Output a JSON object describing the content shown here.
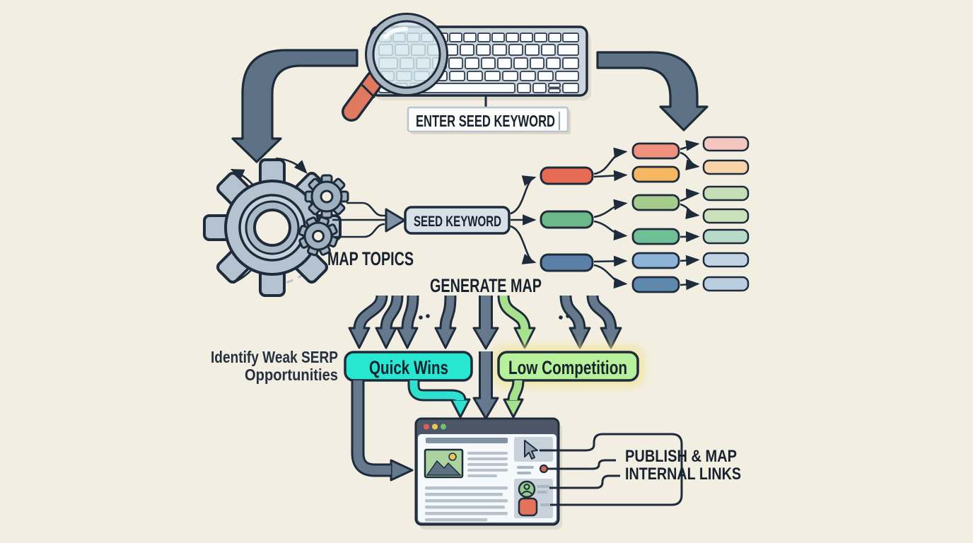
{
  "labels": {
    "enter_seed_keyword": "ENTER SEED KEYWORD",
    "map_topics": "MAP TOPICS",
    "seed_keyword": "SEED KEYWORD",
    "generate_map": "GENERATE MAP",
    "identify_line1": "Identify Weak SERP",
    "identify_line2": "Opportunities",
    "quick_wins": "Quick Wins",
    "low_competition": "Low Competition",
    "publish_line1": "PUBLISH & MAP",
    "publish_line2": "INTERNAL LINKS"
  },
  "colors": {
    "background": "#f3eee2",
    "outline_navy": "#1d2b3b",
    "arrow_gray": "#66788c",
    "big_arrow_gray": "#5e7286",
    "arrow_cyan": "#2fe0cf",
    "arrow_green": "#a8e18e",
    "quick_wins_fill": "#28e7d0",
    "low_competition_fill": "#b6f09a",
    "low_competition_glow": "#f0e59a",
    "seed_box_fill": "#d7dfe7",
    "enter_box_fill": "#fdfdfb",
    "gear_gray": "#b5c2cf",
    "magnifier_handle": "#df7a61",
    "browser_titlebar": "#4c5666",
    "traffic_red": "#dd5f55",
    "traffic_yellow": "#eec35a",
    "traffic_green": "#74c06c",
    "hero_image_green": "#abd3a0",
    "content_line_gray": "#b7c2cc",
    "avatar_green": "#93cc8c",
    "cta_red": "#e4735c",
    "link_dot_red": "#cf6a58"
  },
  "mindmap": {
    "level1": [
      {
        "color": "#e76a52"
      },
      {
        "color": "#6db88b"
      },
      {
        "color": "#5a80a8"
      }
    ],
    "level2": [
      {
        "color": "#f09180"
      },
      {
        "color": "#f6b763"
      },
      {
        "color": "#a6cc8d"
      },
      {
        "color": "#6fc096"
      },
      {
        "color": "#8db4d6"
      },
      {
        "color": "#5e88ac"
      }
    ],
    "level3": [
      {
        "color": "#f3c7c0"
      },
      {
        "color": "#f8d3a9"
      },
      {
        "color": "#c6deb5"
      },
      {
        "color": "#cbe1bc"
      },
      {
        "color": "#b7dac9"
      },
      {
        "color": "#c2d4e4"
      },
      {
        "color": "#bacee0"
      }
    ]
  },
  "browser": {
    "icons": [
      "cursor-icon",
      "link-dot-icon",
      "author-avatar-icon",
      "cta-button-icon"
    ]
  }
}
